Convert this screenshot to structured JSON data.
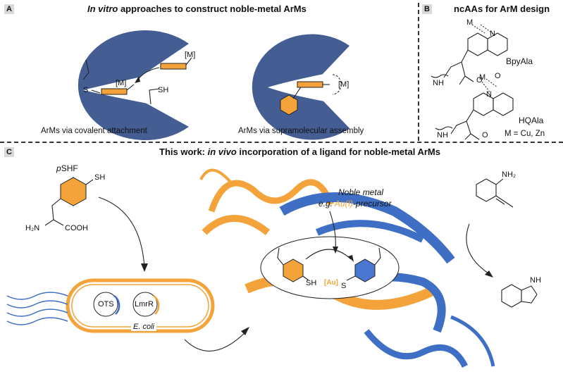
{
  "panel_a": {
    "letter": "A",
    "title_italic": "In vitro",
    "title_rest": " approaches to construct noble-metal ArMs",
    "metal_label": "[M]",
    "sh_label": "SH",
    "s_label": "S",
    "caption_left": "ArMs via covalent attachment",
    "caption_right": "ArMs via supramolecular assembly"
  },
  "panel_b": {
    "letter": "B",
    "title": "ncAAs for ArM design",
    "bpyala": "BpyAla",
    "hqala": "HQAla",
    "m_label": "M",
    "n_label": "N",
    "o_label": "O",
    "nh_label": "NH",
    "o2_label": "O",
    "metals": "M = Cu, Zn"
  },
  "panel_c": {
    "letter": "C",
    "title_pre": "This work: ",
    "title_italic": "in vivo",
    "title_post": " incorporation of a ligand for noble-metal ArMs",
    "pshf_p": "p",
    "pshf_rest": "SHF",
    "sh": "SH",
    "h2n": "H₂N",
    "cooh": "COOH",
    "ots": "OTS",
    "lmrr": "LmrR",
    "ecoli": "E. coli",
    "noble_metal": "Noble metal",
    "eg_pre": "e.g. ",
    "au1": "Au(I)",
    "precursor": "-precursor",
    "au": "[Au]",
    "s": "S",
    "sh_center": "SH",
    "nh2": "NH₂",
    "nh": "NH"
  },
  "colors": {
    "protein_blue": "#3f6fc4",
    "protein_orange": "#f3a33a",
    "cavity_blue": "#445e94"
  }
}
